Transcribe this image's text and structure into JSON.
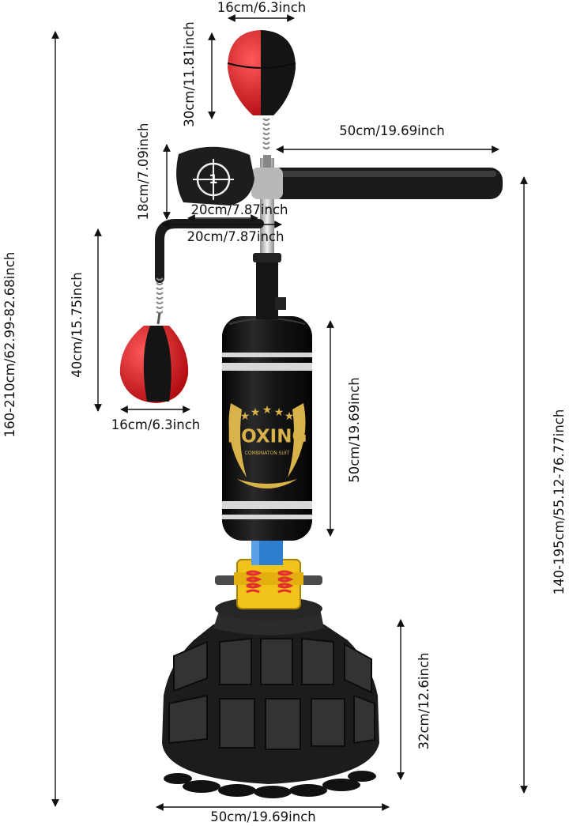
{
  "product": {
    "bag_brand": "BOXING",
    "bag_subtitle": "COMBINATON SUIT",
    "pad_number": "1",
    "colors": {
      "bag_black": "#141414",
      "bag_gold": "#d9b24a",
      "ball_red": "#d4141c",
      "base_black": "#1b1b1b",
      "spring_red": "#e0312e",
      "spring_base_yellow": "#f2c318",
      "rod_blue": "#2f7fd0",
      "chrome": "#c9c9c9"
    }
  },
  "dimensions": {
    "top_ball_width": "16cm/6.3inch",
    "top_ball_height": "30cm/11.81inch",
    "arm_length": "50cm/19.69inch",
    "pad_height": "18cm/7.09inch",
    "pad_width": "20cm/7.87inch",
    "hook_width": "20cm/7.87inch",
    "side_ball_drop": "40cm/15.75inch",
    "side_ball_width": "16cm/6.3inch",
    "total_height": "160-210cm/62.99-82.68inch",
    "bag_height": "50cm/19.69inch",
    "column_height": "140-195cm/55.12-76.77inch",
    "base_height": "32cm/12.6inch",
    "base_width": "50cm/19.69inch"
  }
}
